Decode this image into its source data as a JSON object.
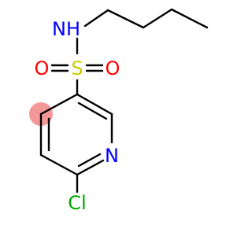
{
  "atoms": {
    "nitrogen_amine": {
      "label": "NH",
      "color": "#0000ff"
    },
    "sulfur": {
      "label": "S",
      "color": "#cccc00"
    },
    "oxygen_left": {
      "label": "O",
      "color": "#ff0000"
    },
    "oxygen_right": {
      "label": "O",
      "color": "#ff0000"
    },
    "nitrogen_ring": {
      "label": "N",
      "color": "#0000ff"
    },
    "chlorine": {
      "label": "Cl",
      "color": "#00aa00"
    }
  },
  "colors": {
    "bond": "#000000",
    "highlight": "#f28c8c"
  }
}
